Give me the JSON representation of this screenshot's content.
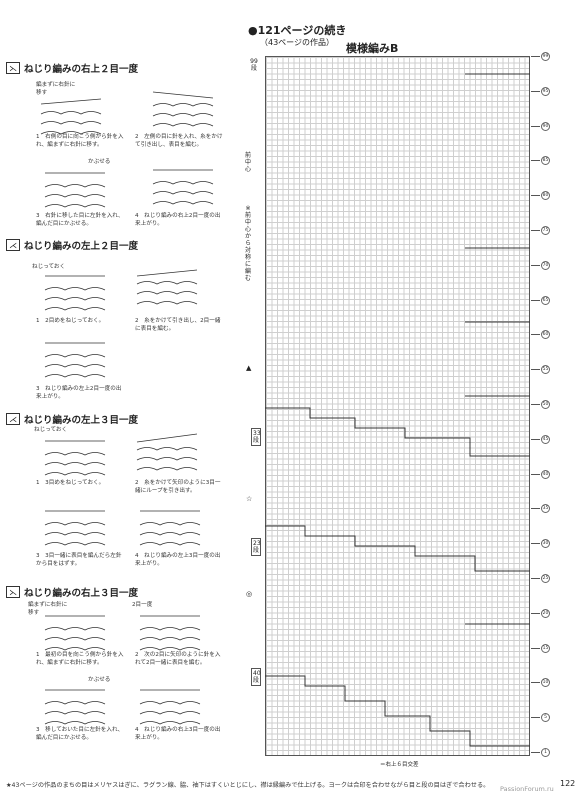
{
  "sections": [
    {
      "title": "ねじり編みの右上２目一度",
      "sym": "⋋",
      "steps": [
        {
          "num": "1",
          "text": "右側の目に向こう側から針を入れ、編まずに右針に移す。"
        },
        {
          "num": "2",
          "text": "左側の目に針を入れ、糸をかけて引き出し、表目を編む。"
        },
        {
          "num": "3",
          "text": "右針に移した目に左針を入れ、編んだ目にかぶせる。"
        },
        {
          "num": "4",
          "text": "ねじり編みの右上2目一度の出来上がり。"
        }
      ],
      "notes": [
        "編まずに右針に移す",
        "かぶせる"
      ]
    },
    {
      "title": "ねじり編みの左上２目一度",
      "sym": "⋌",
      "steps": [
        {
          "num": "1",
          "text": "2目めをねじっておく。"
        },
        {
          "num": "2",
          "text": "糸をかけて引き出し、2目一緒に表目を編む。"
        },
        {
          "num": "3",
          "text": "ねじり編みの左上2目一度の出来上がり。"
        }
      ],
      "notes": [
        "ねじっておく"
      ]
    },
    {
      "title": "ねじり編みの左上３目一度",
      "sym": "⋌",
      "steps": [
        {
          "num": "1",
          "text": "3目めをねじっておく。"
        },
        {
          "num": "2",
          "text": "糸をかけて矢印のように3目一緒にループを引き出す。"
        },
        {
          "num": "3",
          "text": "3目一緒に表目を編んだら左針から目をはずす。"
        },
        {
          "num": "4",
          "text": "ねじり編みの左上3目一度の出来上がり。"
        }
      ],
      "notes": [
        "ねじっておく"
      ]
    },
    {
      "title": "ねじり編みの右上３目一度",
      "sym": "⋋",
      "steps": [
        {
          "num": "1",
          "text": "最初の目を向こう側から針を入れ、編まずに右針に移す。"
        },
        {
          "num": "2",
          "text": "次の2目に矢印のように針を入れて2目一緒に表目を編む。"
        },
        {
          "num": "3",
          "text": "移しておいた目に左針を入れ、編んだ目にかぶせる。"
        },
        {
          "num": "4",
          "text": "ねじり編みの右上3目一度の出来上がり。"
        }
      ],
      "notes": [
        "編まずに右針に移す",
        "2目一度",
        "かぶせる"
      ]
    }
  ],
  "continuation": {
    "title": "●121ページの続き",
    "subtitle": "（43ページの作品）",
    "pattern_name": "模様編みB"
  },
  "chart_labels": {
    "top_left": "99段",
    "center_front": "前中心",
    "side_note": "※前中心から対称に編む",
    "row_33": "33段",
    "row_23": "23段",
    "row_40": "40段",
    "bottom_mid": "＝右上６目交差"
  },
  "row_numbers": [
    "99",
    "95",
    "90",
    "85",
    "80",
    "75",
    "70",
    "65",
    "60",
    "55",
    "50",
    "45",
    "40",
    "35",
    "30",
    "25",
    "20",
    "15",
    "10",
    "5",
    "1"
  ],
  "footer": "★43ページの作品のまちの目はメリヤスはぎに、ラグラン線、脇、袖下はすくいとじにし、襟は縁編みで仕上げる。ヨークは合印を合わせながら目と段の目はぎで合わせる。",
  "page_number": "122",
  "watermark": "PassionForum.ru"
}
